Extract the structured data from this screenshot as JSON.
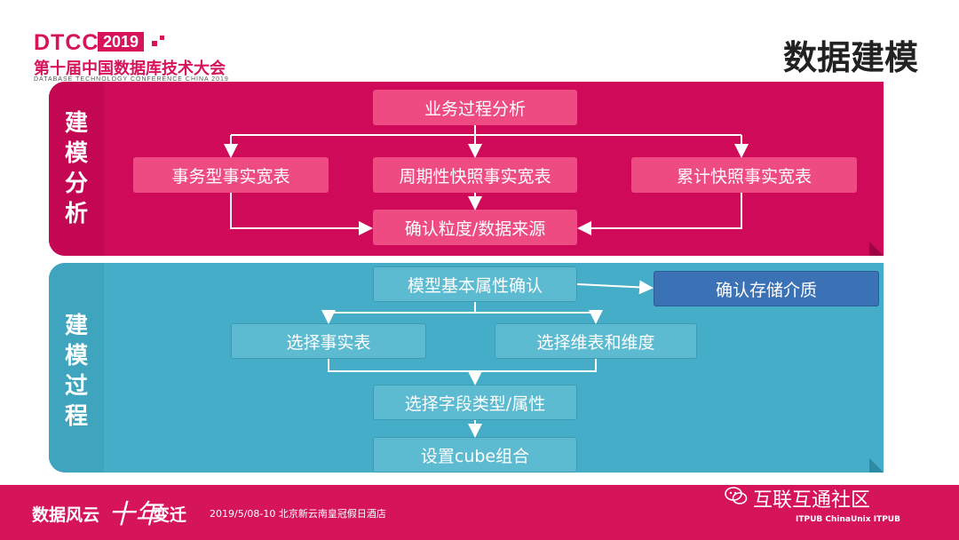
{
  "header": {
    "logo_dtcc": "DTCC",
    "logo_year": "2019",
    "conference_title": "第十届中国数据库技术大会",
    "conference_subtitle": "DATABASE TECHNOLOGY CONFERENCE CHINA 2019",
    "page_title": "数据建模"
  },
  "analysis": {
    "label": "建模分析",
    "top": "业务过程分析",
    "left": "事务型事实宽表",
    "center": "周期性快照事实宽表",
    "right": "累计快照事实宽表",
    "bottom": "确认粒度/数据来源"
  },
  "process": {
    "label": "建模过程",
    "top": "模型基本属性确认",
    "storage": "确认存储介质",
    "fact": "选择事实表",
    "dim": "选择维表和维度",
    "field": "选择字段类型/属性",
    "cube": "设置cube组合"
  },
  "footer": {
    "slogan_left": "数据风云",
    "slogan_script": "十年",
    "slogan_right": "变迁",
    "date_venue": "2019/5/08-10  北京新云南皇冠假日酒店",
    "watermark": "互联互通社区",
    "partner_logos": "ITPUB  ChinaUnix  ITPUB"
  },
  "colors": {
    "accent_pink": "#d7135a",
    "analysis_panel": "#cf0a58",
    "process_panel": "#45adc7",
    "storage_box": "#3b72b6"
  }
}
